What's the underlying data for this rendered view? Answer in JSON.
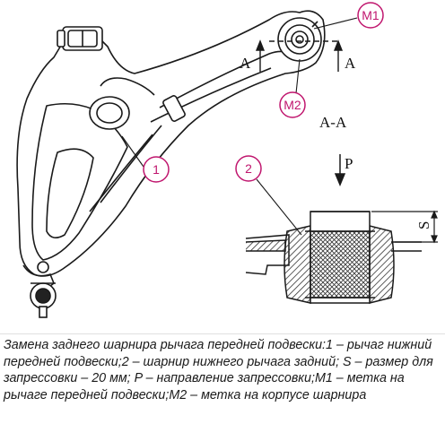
{
  "diagram": {
    "callouts": {
      "m1": "M1",
      "m2": "M2",
      "n1": "1",
      "n2": "2"
    },
    "section_marks": {
      "left": "A",
      "right": "A",
      "section_title": "A-A"
    },
    "force_label": "P",
    "dimension_label": "S",
    "colors": {
      "callout": "#c0166e",
      "line": "#1a1a1a",
      "hatch": "#333333"
    }
  },
  "caption": {
    "text": "Замена заднего шарнира рычага передней подвески:1 – рычаг нижний передней подвески;2 – шарнир нижнего рычага задний; S – размер для запрессовки – 20 мм; P – направление запрессовки;M1 – метка на рычаге передней подвески;M2 – метка на корпусе шарнира"
  }
}
